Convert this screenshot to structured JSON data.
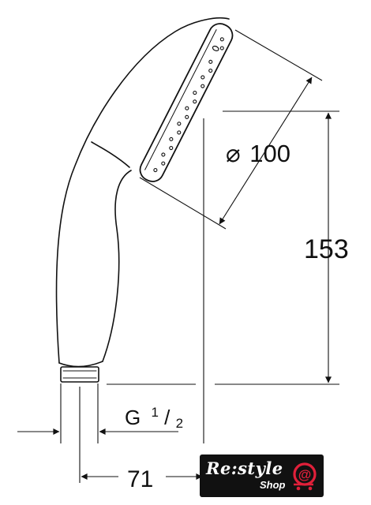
{
  "dimensions": {
    "diameter_symbol": "⌀",
    "diameter_value": "100",
    "height_value": "153",
    "width_value": "71",
    "thread_letter": "G",
    "thread_numerator": "1",
    "thread_slash": "/",
    "thread_denominator": "2"
  },
  "logo": {
    "brand": "Re:style",
    "sub": "Shop",
    "mark": "@",
    "colors": {
      "background": "#111111",
      "text": "#ffffff",
      "accent": "#e0203a"
    }
  }
}
